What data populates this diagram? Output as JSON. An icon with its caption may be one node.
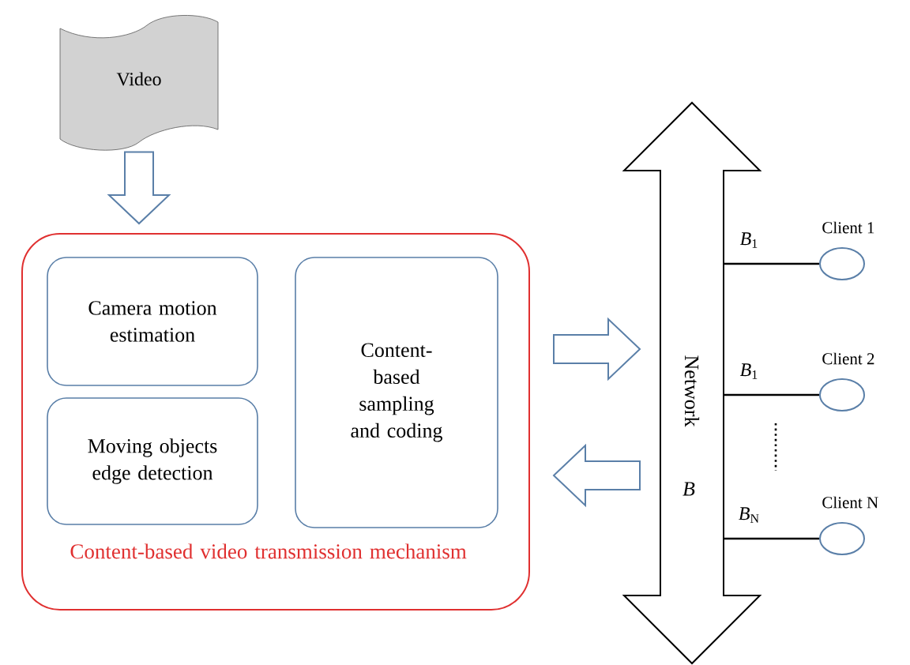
{
  "diagram": {
    "nodes": [
      {
        "text": [
          "Video"
        ]
      },
      {
        "text": [
          "Content-based video transmission mechanism"
        ]
      },
      {
        "text": [
          "Camera motion estimation"
        ],
        "in": 1
      },
      {
        "text": [
          "Moving objects edge detection"
        ],
        "in": 1
      },
      {
        "text": [
          "Content-based sampling and coding"
        ],
        "in": 1
      },
      {
        "text": [
          "Network",
          "B"
        ]
      },
      {
        "text": [],
        "shape": "circle",
        "beside": [
          "Client 1"
        ]
      },
      {
        "text": [],
        "shape": "circle",
        "beside": [
          "Client 2"
        ]
      },
      {
        "text": [],
        "shape": "circle",
        "beside": [
          "Client N"
        ]
      }
    ],
    "edges": [
      {
        "from": 0,
        "to": 1,
        "arrow": "to"
      },
      {
        "from": 1,
        "to": 5,
        "arrow": "to"
      },
      {
        "from": 5,
        "to": 1,
        "arrow": "to"
      },
      {
        "from": 5,
        "to": 6,
        "arrow": "none",
        "label": "*B*$_{1}$"
      },
      {
        "from": 5,
        "to": 7,
        "arrow": "none",
        "label": "*B*$_{1}$"
      },
      {
        "from": 5,
        "to": 8,
        "arrow": "none",
        "label": "*B*$_{N}$"
      }
    ]
  }
}
